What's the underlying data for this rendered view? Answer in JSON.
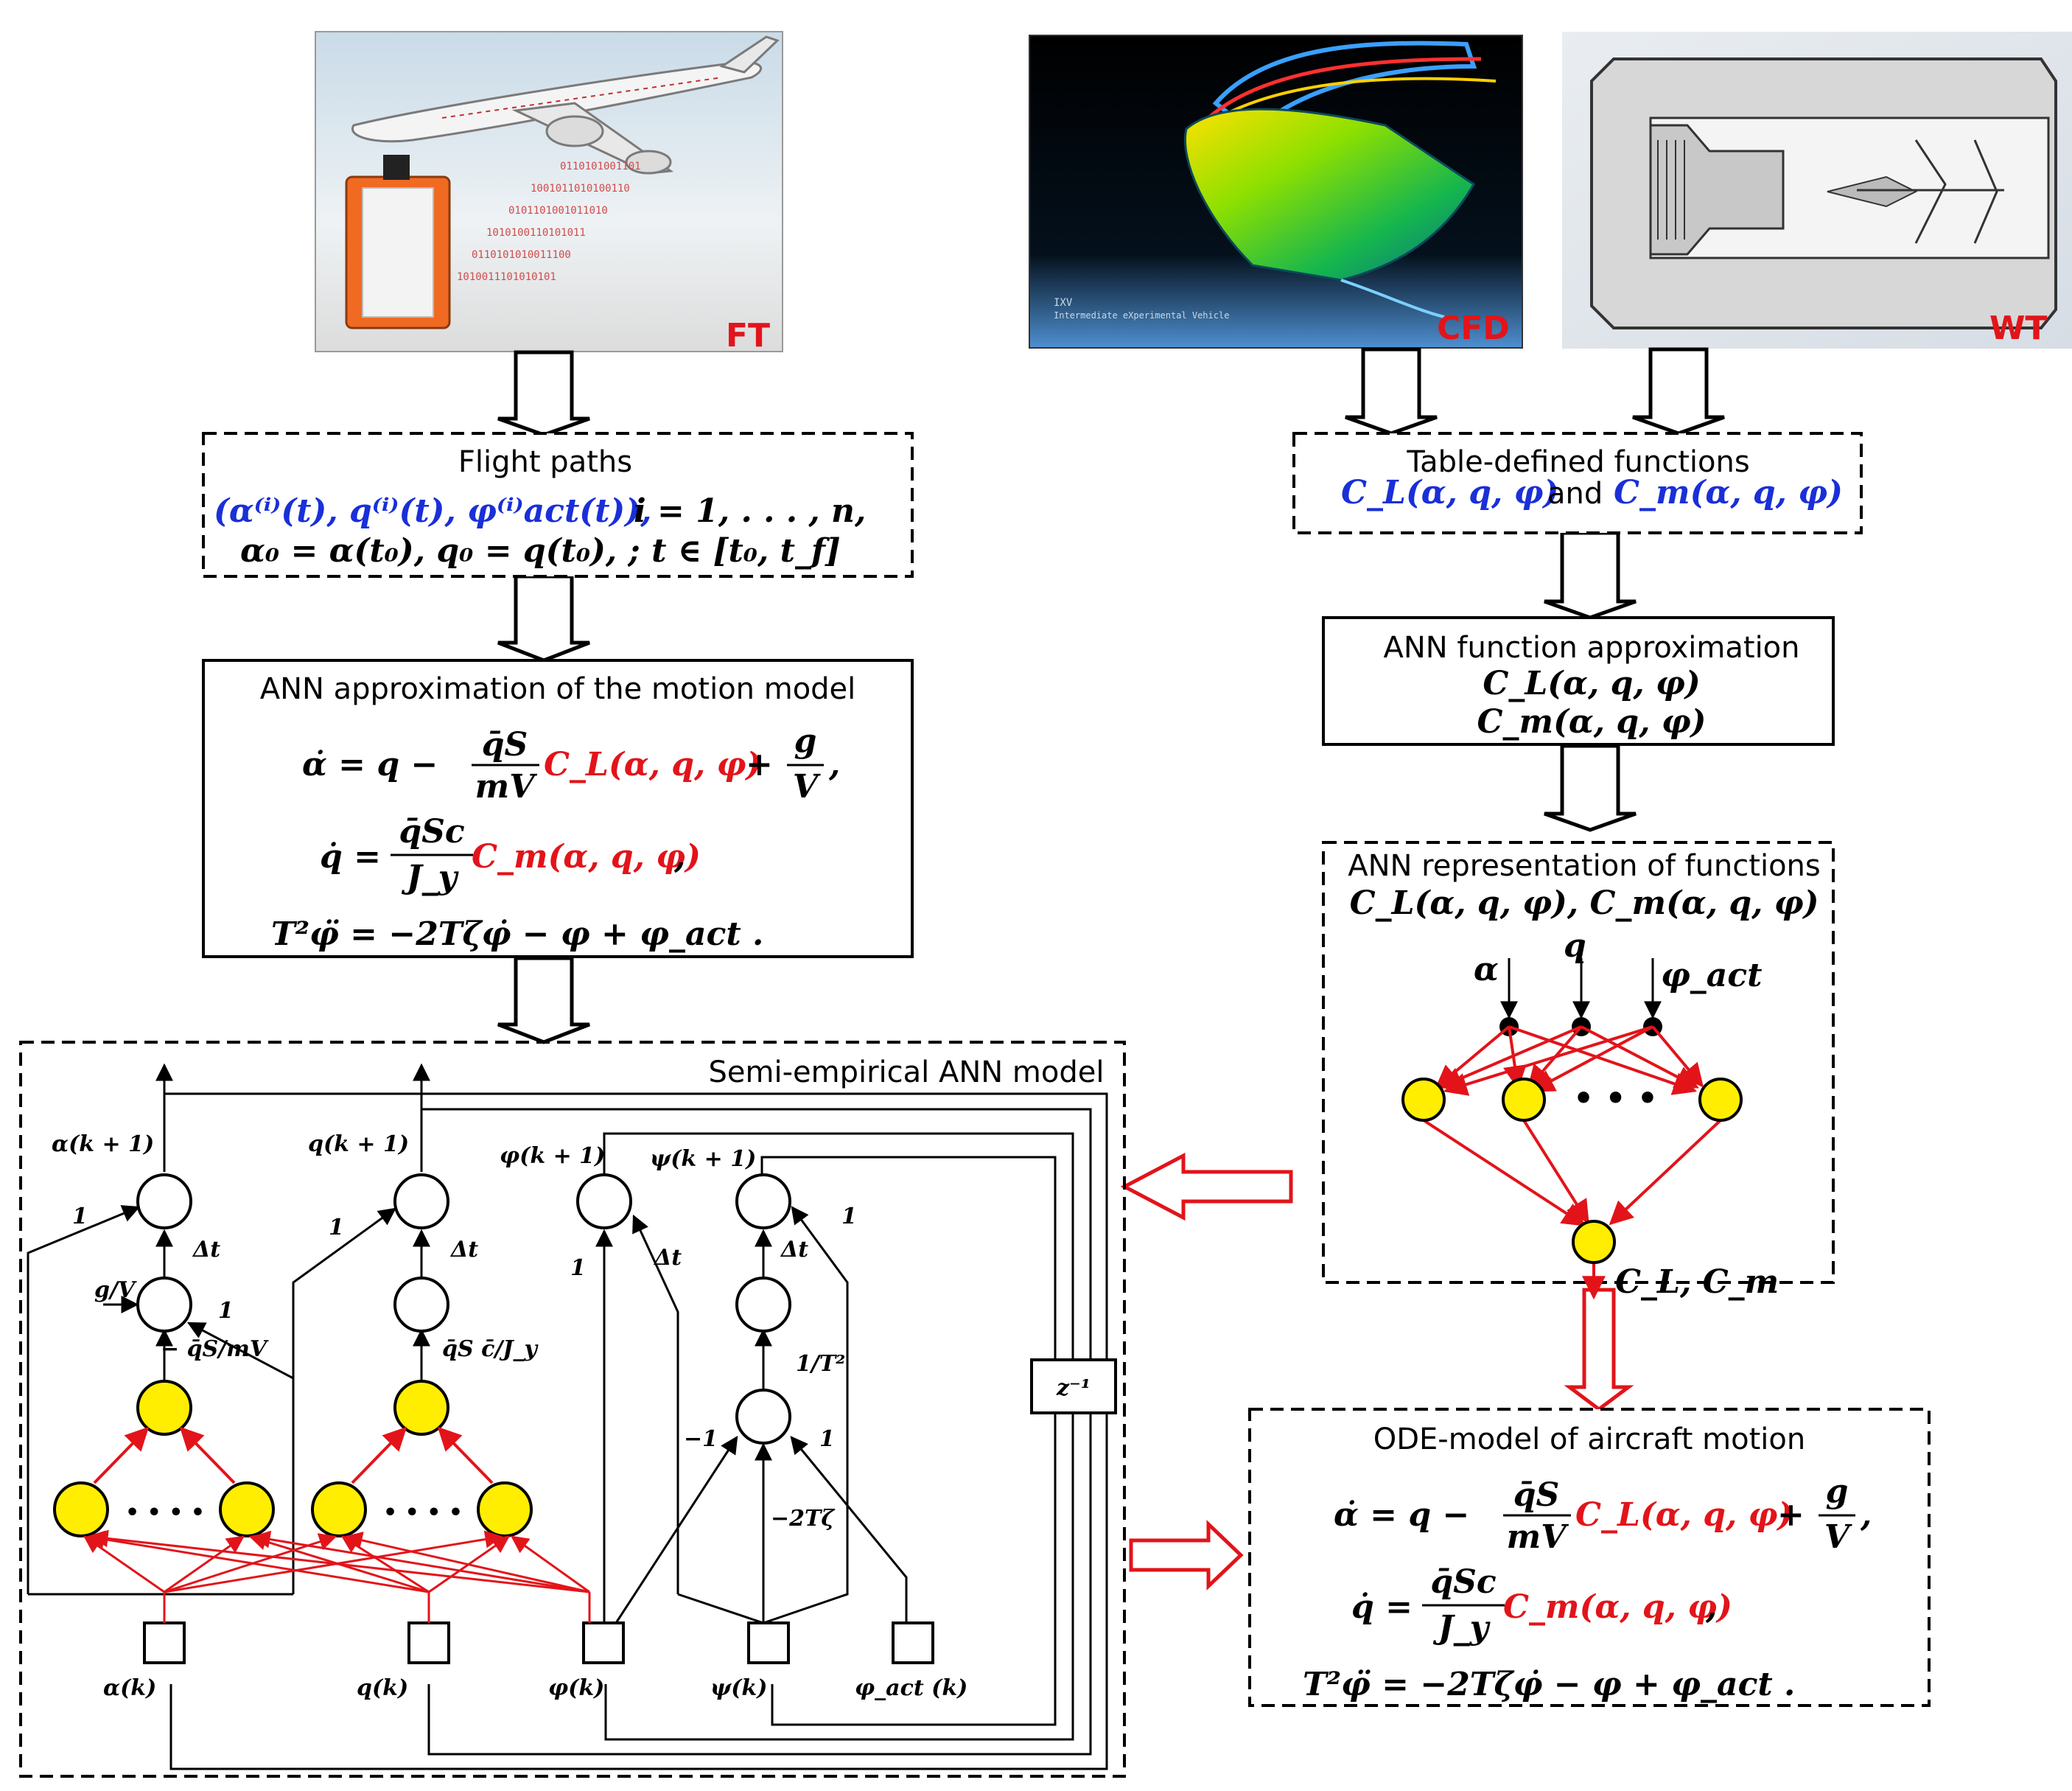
{
  "images": {
    "ft": {
      "label": "FT"
    },
    "cfd": {
      "label": "CFD",
      "caption1": "IXV",
      "caption2": "Intermediate eXperimental Vehicle"
    },
    "wt": {
      "label": "WT"
    }
  },
  "flight_paths": {
    "title": "Flight paths",
    "line1": "(α⁽ⁱ⁾(t), q⁽ⁱ⁾(t), φ⁽ⁱ⁾act(t)),",
    "line1b": "i = 1, . . . , n,",
    "line2": "α₀ = α(t₀), q₀ = q(t₀), ; t ∈ [t₀, t_f]"
  },
  "table_functions": {
    "title": "Table-defined functions",
    "f1": "C_L(α, q, φ)",
    "and": "and",
    "f2": "C_m(α, q, φ)"
  },
  "ann_motion": {
    "title": "ANN approximation of the motion model",
    "eq1a": "α̇ = q −",
    "eq1_num": "q̄S",
    "eq1_den": "mV",
    "eq1_cl": "C_L(α, q, φ)",
    "eq1b": "+",
    "eq1_num2": "g",
    "eq1_den2": "V",
    "eq1c": ",",
    "eq2a": "q̇ =",
    "eq2_num": "q̄Sc",
    "eq2_den": "J_y",
    "eq2_cm": "C_m(α, q, φ)",
    "eq2b": ",",
    "eq3": "T²φ̈ = −2Tζφ̇ − φ + φ_act ."
  },
  "ann_func_approx": {
    "title": "ANN function approximation",
    "f1": "C_L(α, q, φ)",
    "f2": "C_m(α, q, φ)"
  },
  "ann_repr": {
    "title": "ANN representation of functions",
    "funcs": "C_L(α, q, φ),  C_m(α, q, φ)",
    "in1": "α",
    "in2": "q",
    "in3": "φ_act",
    "dots": "• • •",
    "out": "C_L, C_m"
  },
  "semi_empirical": {
    "title": "Semi-empirical ANN model",
    "alpha_next": "α(k + 1)",
    "q_next": "q(k + 1)",
    "phi_next": "φ(k + 1)",
    "psi_next": "ψ(k + 1)",
    "alpha_k": "α(k)",
    "q_k": "q(k)",
    "phi_k": "φ(k)",
    "psi_k": "ψ(k)",
    "phiact_k": "φ_act (k)",
    "one": "1",
    "dt": "Δt",
    "g_over_v": "g/V",
    "neg_qs_mv": "− q̄S/mV",
    "qsc_jy": "q̄S c̄/J_y",
    "one_over_t2": "1/T²",
    "neg_one": "−1",
    "neg_2tz": "−2Tζ",
    "delay": "z⁻¹",
    "dots": "• • • •"
  },
  "ode_model": {
    "title": "ODE-model of aircraft motion",
    "eq1a": "α̇ = q −",
    "eq1_num": "q̄S",
    "eq1_den": "mV",
    "eq1_cl": "C_L(α, q, φ)",
    "eq1b": "+",
    "eq1_num2": "g",
    "eq1_den2": "V",
    "eq1c": ",",
    "eq2a": "q̇ =",
    "eq2_num": "q̄Sc",
    "eq2_den": "J_y",
    "eq2_cm": "C_m(α, q, φ)",
    "eq2b": ",",
    "eq3": "T²φ̈ = −2Tζφ̇ − φ + φ_act ."
  },
  "colors": {
    "neuron_fill": "#ffee00",
    "red_edges": "#e2141a",
    "blue_math": "#1a2fd8"
  }
}
